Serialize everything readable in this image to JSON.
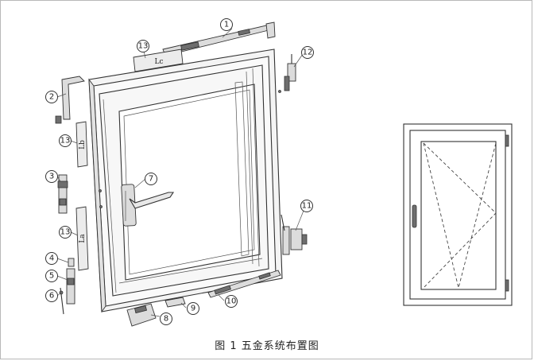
{
  "caption": "图 1  五金系统布置图",
  "callouts": [
    {
      "id": "1",
      "label": "1"
    },
    {
      "id": "2",
      "label": "2"
    },
    {
      "id": "3",
      "label": "3"
    },
    {
      "id": "4",
      "label": "4"
    },
    {
      "id": "5",
      "label": "5"
    },
    {
      "id": "6",
      "label": "6"
    },
    {
      "id": "7",
      "label": "7"
    },
    {
      "id": "8",
      "label": "8"
    },
    {
      "id": "9",
      "label": "9"
    },
    {
      "id": "10",
      "label": "10"
    },
    {
      "id": "11",
      "label": "11"
    },
    {
      "id": "12",
      "label": "12"
    },
    {
      "id": "13a",
      "label": "13"
    },
    {
      "id": "13b",
      "label": "13"
    },
    {
      "id": "13c",
      "label": "13"
    }
  ],
  "dimension_labels": {
    "lc": "Lc",
    "lb": "Lb",
    "la": "La"
  }
}
